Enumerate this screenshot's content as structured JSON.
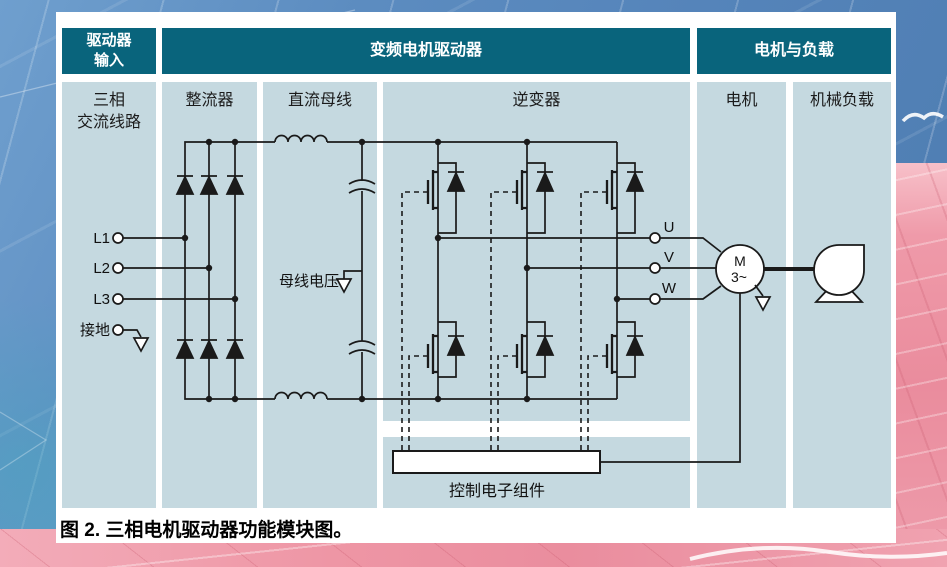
{
  "header": {
    "groups": [
      {
        "label": "驱动器\n输入"
      },
      {
        "label": "变频电机驱动器"
      },
      {
        "label": "电机与负载"
      }
    ]
  },
  "columns": [
    {
      "label": "三相\n交流线路"
    },
    {
      "label": "整流器"
    },
    {
      "label": "直流母线"
    },
    {
      "label": "逆变器"
    },
    {
      "label": "电机"
    },
    {
      "label": "机械负载"
    }
  ],
  "diagram": {
    "input_terminals": [
      {
        "label": "L1"
      },
      {
        "label": "L2"
      },
      {
        "label": "L3"
      },
      {
        "label": "接地"
      }
    ],
    "bus_voltage_label": "母线电压",
    "output_terminals": [
      {
        "label": "U"
      },
      {
        "label": "V"
      },
      {
        "label": "W"
      }
    ],
    "motor": {
      "letter": "M",
      "phase": "3~"
    },
    "control_label": "控制电子组件"
  },
  "caption": "图 2. 三相电机驱动器功能模块图。",
  "colors": {
    "header_teal": "#09647c",
    "column_blue": "#c5d9e0",
    "line": "#1a1a1a",
    "background_blue": "#5584ba",
    "background_pink": "#ee96a5"
  }
}
